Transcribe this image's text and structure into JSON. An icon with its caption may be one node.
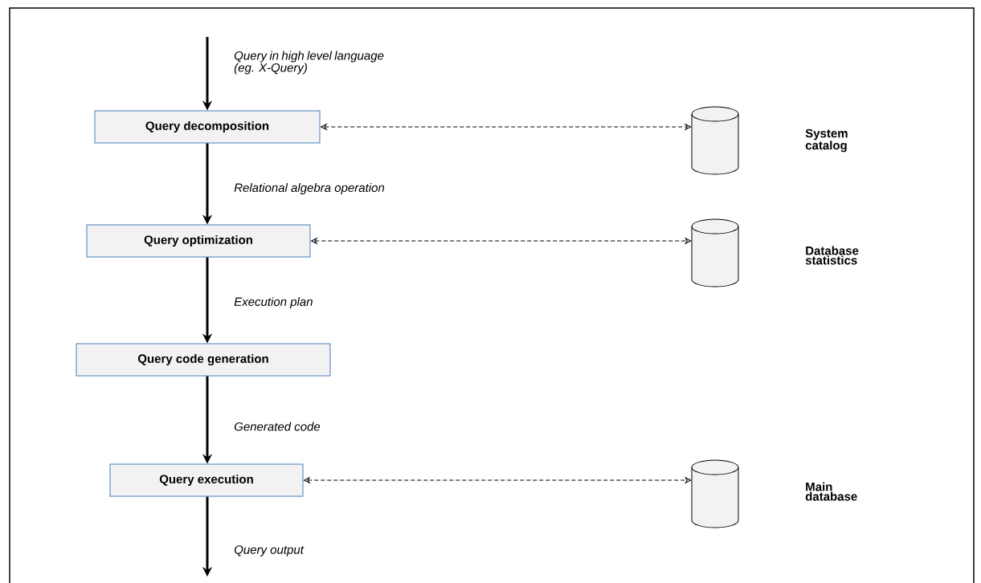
{
  "diagram": {
    "nodes": [
      {
        "text": [
          "Query decomposition"
        ]
      },
      {
        "text": [
          "Query optimization"
        ]
      },
      {
        "text": [
          "Query code generation"
        ]
      },
      {
        "text": [
          "Query execution"
        ]
      },
      {
        "text": [],
        "shape": "cylinder"
      },
      {
        "text": [],
        "shape": "cylinder"
      },
      {
        "text": [],
        "shape": "cylinder"
      }
    ],
    "labels": [
      "System catalog",
      "Database statistics",
      "Main database"
    ],
    "edges": [
      {
        "from": null,
        "to": 0,
        "arrow": "to",
        "label": "Query in high level language (eg. X-Query)"
      },
      {
        "from": 0,
        "to": 1,
        "arrow": "to",
        "label": "Relational algebra operation"
      },
      {
        "from": 1,
        "to": 2,
        "arrow": "to",
        "label": "Execution plan"
      },
      {
        "from": 2,
        "to": 3,
        "arrow": "to",
        "label": "Generated code"
      },
      {
        "from": 3,
        "to": null,
        "arrow": "to",
        "label": "Query output"
      },
      {
        "from": 0,
        "to": 4,
        "arrow": "both",
        "style": "dashed"
      },
      {
        "from": 1,
        "to": 5,
        "arrow": "both",
        "style": "dashed"
      },
      {
        "from": 3,
        "to": 6,
        "arrow": "both",
        "style": "dashed"
      }
    ]
  }
}
